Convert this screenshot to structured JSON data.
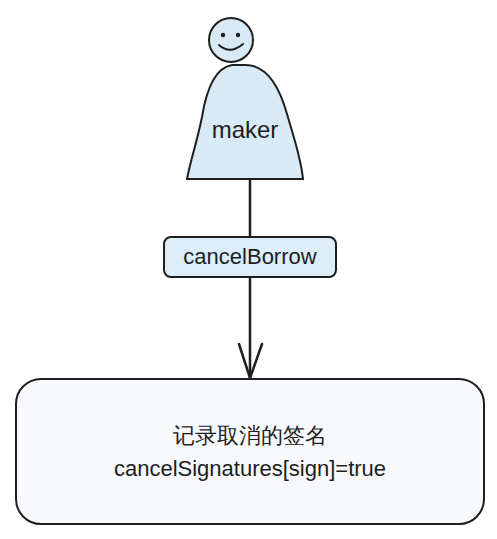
{
  "diagram": {
    "nodes": [
      {
        "text": [
          "maker"
        ]
      },
      {
        "text": [
          "记录取消的签名",
          "cancelSignatures[sign]=true"
        ]
      }
    ],
    "edges": [
      {
        "from": 0,
        "to": 1,
        "label": "cancelBorrow",
        "arrow": "to"
      }
    ]
  }
}
